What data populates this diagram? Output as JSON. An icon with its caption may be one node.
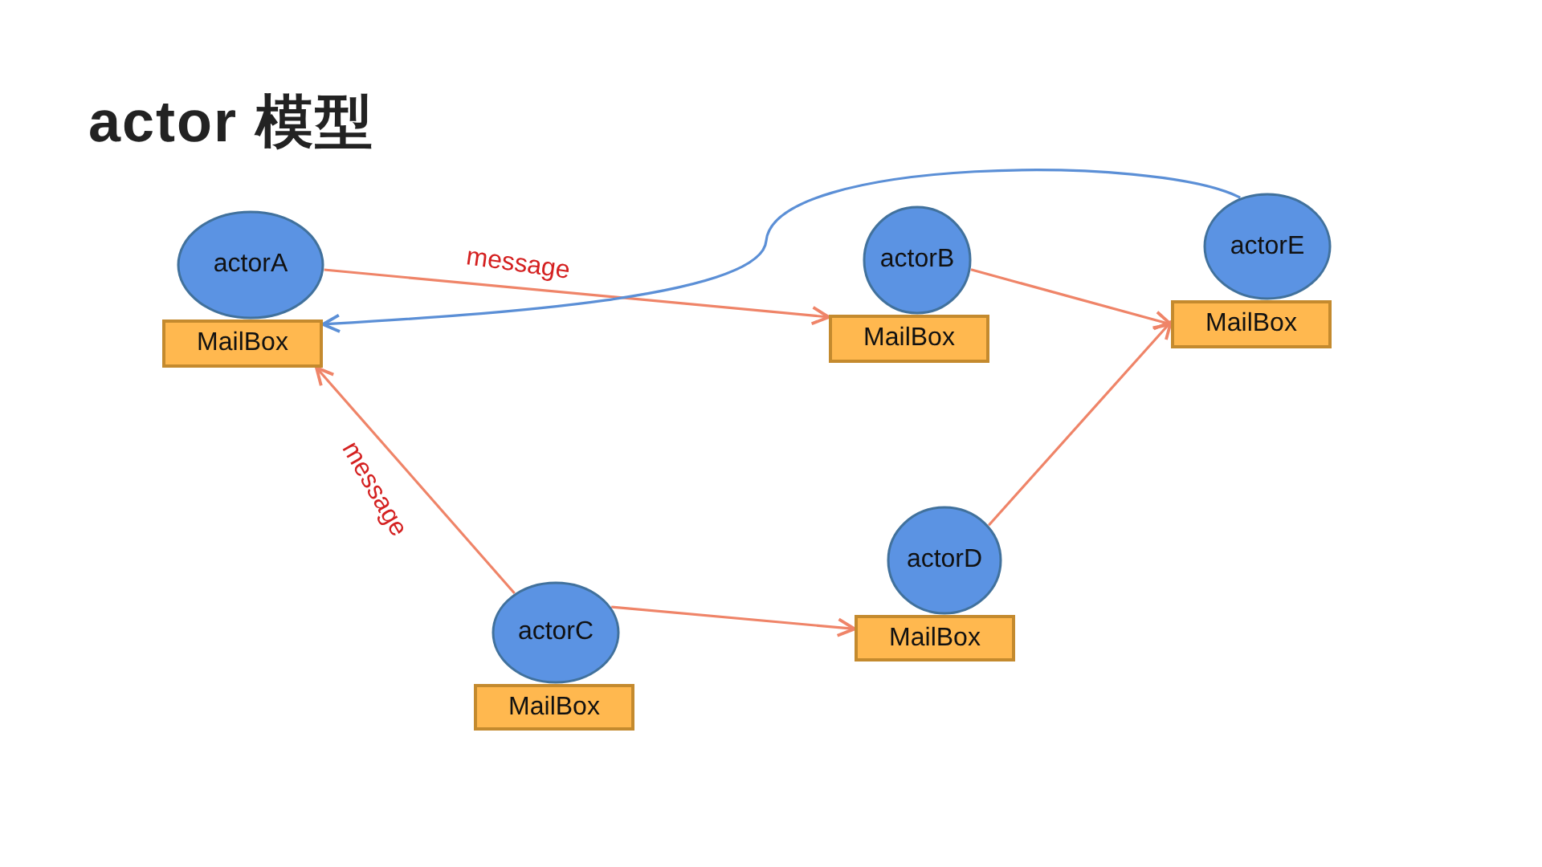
{
  "diagram": {
    "title": "actor 模型",
    "nodes": [
      {
        "text": [
          "actorA"
        ]
      },
      {
        "text": [
          "MailBox"
        ]
      },
      {
        "text": [
          "actorB"
        ]
      },
      {
        "text": [
          "MailBox"
        ]
      },
      {
        "text": [
          "actorE"
        ]
      },
      {
        "text": [
          "MailBox"
        ]
      },
      {
        "text": [
          "actorD"
        ]
      },
      {
        "text": [
          "MailBox"
        ]
      },
      {
        "text": [
          "actorC"
        ]
      },
      {
        "text": [
          "MailBox"
        ]
      }
    ],
    "edges": [
      {
        "from": 0,
        "to": 3,
        "arrow": "to",
        "label": "message"
      },
      {
        "from": 2,
        "to": 5,
        "arrow": "to"
      },
      {
        "from": 4,
        "to": 1,
        "arrow": "to",
        "color": "#5b8fd6"
      },
      {
        "from": 8,
        "to": 1,
        "arrow": "to",
        "label": "message"
      },
      {
        "from": 8,
        "to": 7,
        "arrow": "to"
      },
      {
        "from": 6,
        "to": 5,
        "arrow": "to"
      }
    ]
  }
}
